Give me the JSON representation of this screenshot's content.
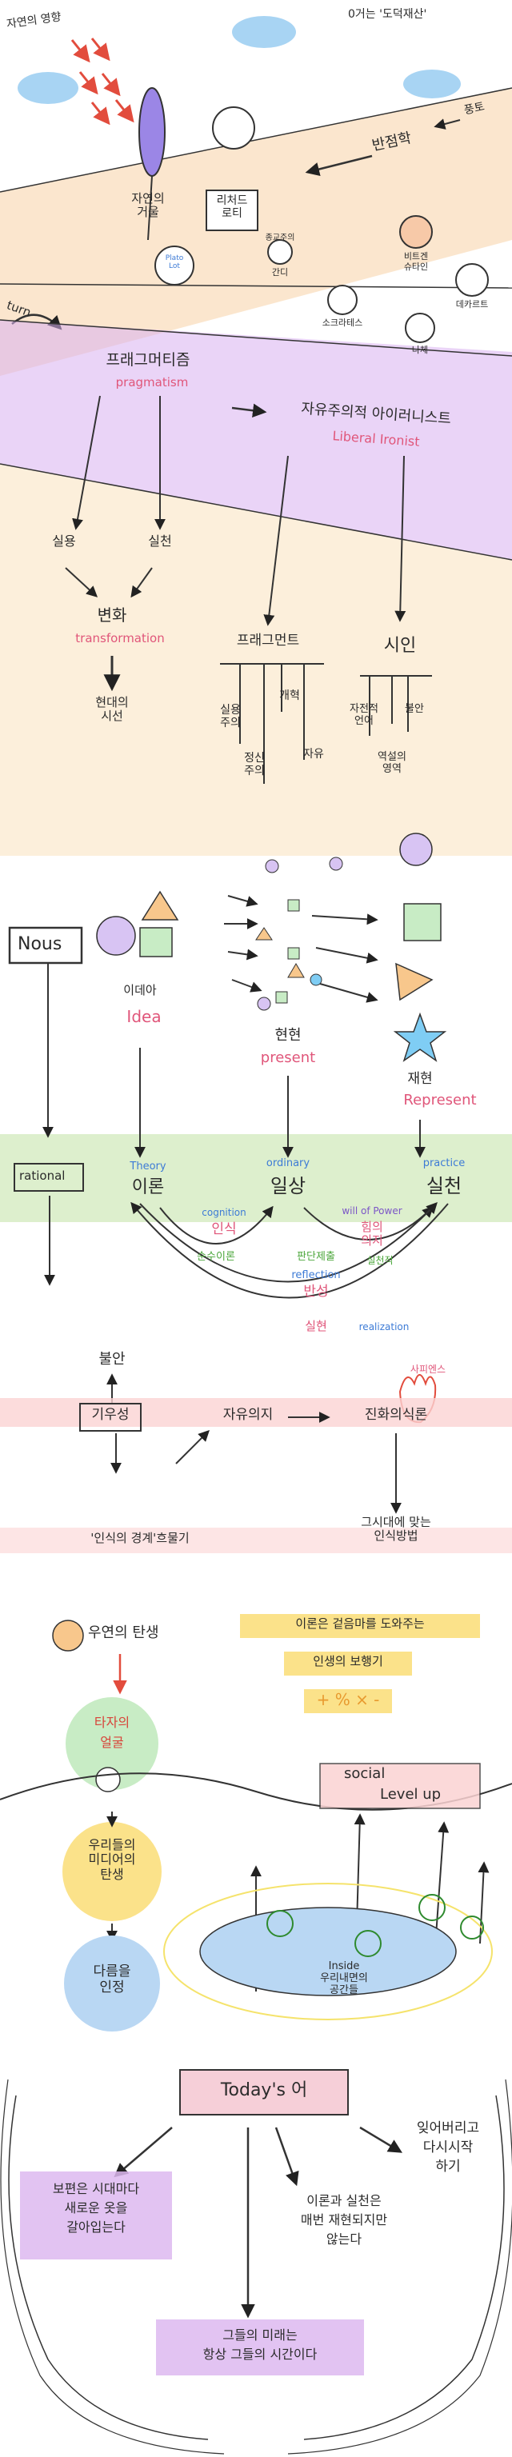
{
  "panel1": {
    "sun_caption": "자연의 영향",
    "tag_top_right": "0거는 '도덕재산'",
    "mirror_label": "자연의\n거울",
    "mirror_sign": "Plato\nLot",
    "rorty_label": "리처드\n로티",
    "fallacy_label": "반점학",
    "phenomena_label": "풍토",
    "faces": [
      "간디",
      "비트겐\n슈타인",
      "데카르트",
      "소크라테스",
      "나체",
      "종교주의"
    ],
    "turn_label": "turn"
  },
  "panel2": {
    "pragmatism_ko": "프래그머티즘",
    "pragmatism_en": "pragmatism",
    "liberal_ironist_ko": "자유주의적 아이러니스트",
    "liberal_ironist_en": "Liberal Ironist",
    "left_branch_1": "실용",
    "left_branch_2": "실천",
    "change_ko": "변화",
    "change_en": "transformation",
    "history_label": "현대의\n시선",
    "fragment_label": "프래그먼트",
    "frag_items": [
      "실용\n주의",
      "개혁",
      "정신\n주의",
      "자유"
    ],
    "poet_label": "시인",
    "poet_items": [
      "자전적\n언어",
      "불안",
      "역설의\n영역"
    ]
  },
  "panel3": {
    "nous": "Nous",
    "idea_ko": "이데아",
    "idea_en": "Idea",
    "present_ko": "현현",
    "present_en": "present",
    "represent_ko": "재현",
    "represent_en": "Represent",
    "rational": "rational",
    "theory_en": "Theory",
    "theory_ko": "이론",
    "ordinary_en": "ordinary",
    "ordinary_ko": "일상",
    "practice_en": "practice",
    "practice_ko": "실천",
    "cognition_en": "cognition",
    "cognition_ko": "인식",
    "will_en": "will of Power",
    "will_ko": "힘의\n의지",
    "order_label": "순수이론",
    "reflection_top": "판단제출",
    "reflection_en": "reflection",
    "reflection_ko": "반성",
    "realization_ko": "실현",
    "realization_en": "realization",
    "practical": "실천적",
    "anxiety": "불안",
    "contingency": "기우성",
    "free_will": "자유의지",
    "evolving": "진화의식론",
    "sapiens": "사피엔스",
    "recog_left": "'인식의 경계'흐물기",
    "recog_right": "그시대에 맞는\n인식방법"
  },
  "panel4": {
    "birth_label": "우연의 탄생",
    "other_face_1": "타자의",
    "other_face_2": "얼굴",
    "note_line1": "이론은 겉음마를 도와주는",
    "note_line2": "인생의 보행기",
    "note_line3": "+ % × -",
    "social": "social",
    "level_up": "Level up",
    "ourselves_label": "우리들의\n미디어의\n탄생",
    "tolerance_label": "다름을\n인정",
    "inside_label": "Inside\n우리내면의\n공간들"
  },
  "panel5": {
    "todays_word": "Today's 어",
    "left_quote": "보편은 시대마다\n새로운 옷을\n갈아입는다",
    "right_top": "잊어버리고\n다시시작\n하기",
    "middle_quote": "이론과 실천은\n매번 재현되지만\n않는다",
    "bottom_quote": "그들의 미래는\n항상 그들의 시간이다"
  },
  "colors": {
    "sky_blue": "#a8d4f3",
    "arrow_red": "#e24c3d",
    "mirror_purple": "#9b86e6",
    "band_orange": "#f8d2a6",
    "band_purple": "#d9b1f0",
    "band_cream": "#fbe9cf",
    "band_green": "#cfe8b8",
    "band_pink": "#fbd3d3",
    "note_yellow": "#fbe28a",
    "quote_purple": "#ddb9f0",
    "todays_pink": "#f6cfd8",
    "face_peach": "#f7c9a8",
    "flower_yellow": "#f5e36c",
    "flower_blue": "#b9d7f3",
    "shape_lilac": "#d8c4f3",
    "shape_peach": "#f8c78c",
    "shape_mint": "#c8ecc5",
    "shape_cyan": "#7fcdf4"
  }
}
